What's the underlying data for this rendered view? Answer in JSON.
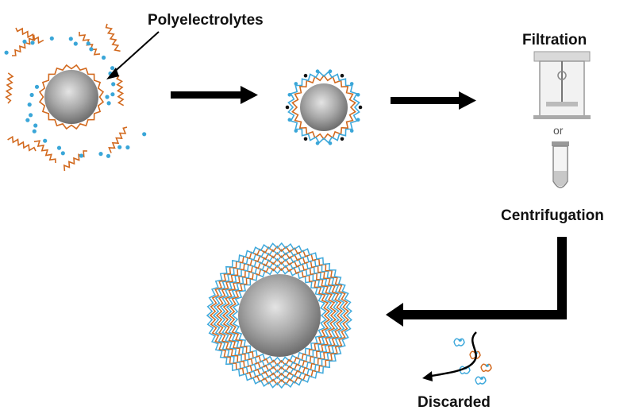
{
  "labels": {
    "polyelectrolytes": "Polyelectrolytes",
    "filtration": "Filtration",
    "or": "or",
    "centrifugation": "Centrifugation",
    "discarded": "Discarded"
  },
  "colors": {
    "polymer_orange": "#d2691e",
    "polymer_blue": "#3fa9dc",
    "ion_dot": "#3aa6d8",
    "arrow": "#000000",
    "particle_core": "#8a8a8a"
  },
  "icons": [
    "nanoparticle-core",
    "polyelectrolyte-chain",
    "filtration-apparatus",
    "centrifuge-tube",
    "process-arrow"
  ]
}
